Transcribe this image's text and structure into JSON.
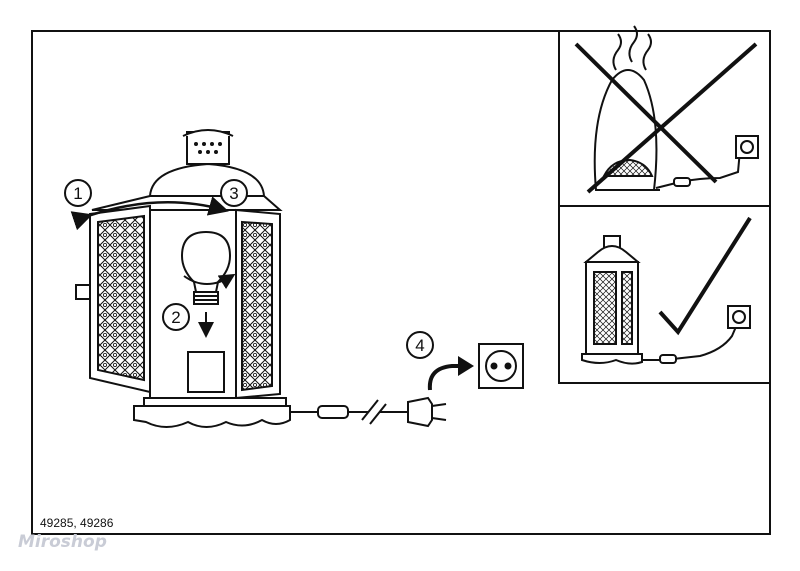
{
  "steps": [
    {
      "number": "1"
    },
    {
      "number": "2"
    },
    {
      "number": "3"
    },
    {
      "number": "4"
    }
  ],
  "product_codes": "49285, 49286",
  "watermark": "Miroshop",
  "panels": {
    "bad": {
      "meaning": "do-not-cover"
    },
    "good": {
      "meaning": "correct-use"
    }
  },
  "colors": {
    "line": "#111111",
    "watermark": "#c9ccd6",
    "background": "#ffffff"
  }
}
